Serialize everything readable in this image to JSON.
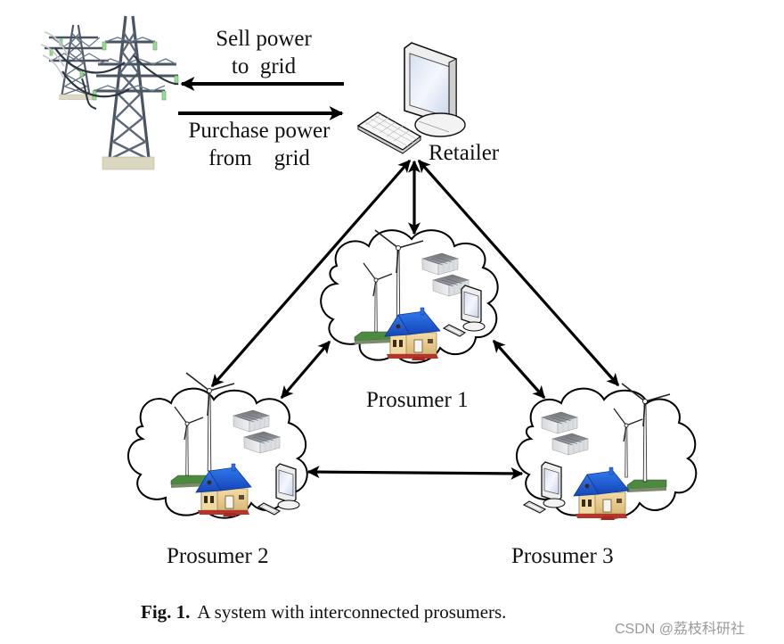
{
  "figure": {
    "nodes": {
      "grid": {
        "name": "Power grid",
        "icon": "transmission-tower-icon"
      },
      "retailer": {
        "label": "Retailer",
        "icon": "computer-icon"
      },
      "prosumers": [
        {
          "label": "Prosumer 1",
          "components": [
            "wind-turbine",
            "battery-storage",
            "house",
            "computer"
          ]
        },
        {
          "label": "Prosumer 2",
          "components": [
            "wind-turbine",
            "battery-storage",
            "house",
            "computer"
          ]
        },
        {
          "label": "Prosumer 3",
          "components": [
            "wind-turbine",
            "battery-storage",
            "house",
            "computer"
          ]
        }
      ]
    },
    "flows": {
      "sell": {
        "line1": "Sell power",
        "line2": "to  grid",
        "direction": "retailer-to-grid"
      },
      "purchase": {
        "line1": "Purchase power",
        "line2": "from    grid",
        "direction": "grid-to-retailer"
      }
    },
    "links": [
      {
        "from": "retailer",
        "to": "Prosumer 1",
        "type": "bidirectional"
      },
      {
        "from": "retailer",
        "to": "Prosumer 2",
        "type": "bidirectional"
      },
      {
        "from": "retailer",
        "to": "Prosumer 3",
        "type": "bidirectional"
      },
      {
        "from": "Prosumer 1",
        "to": "Prosumer 2",
        "type": "bidirectional"
      },
      {
        "from": "Prosumer 1",
        "to": "Prosumer 3",
        "type": "bidirectional"
      },
      {
        "from": "Prosumer 2",
        "to": "Prosumer 3",
        "type": "bidirectional"
      }
    ],
    "colors": {
      "roof": "#1f5fd6",
      "wall": "#e9cf94",
      "base": "#b5352b",
      "battery": "#8c8f94",
      "tower": "#4a5563",
      "grass": "#3f7a3a",
      "lines": "#000000"
    }
  },
  "caption": {
    "prefix": "Fig. 1.",
    "text": "A system with interconnected prosumers."
  },
  "watermark": "CSDN @荔枝科研社"
}
